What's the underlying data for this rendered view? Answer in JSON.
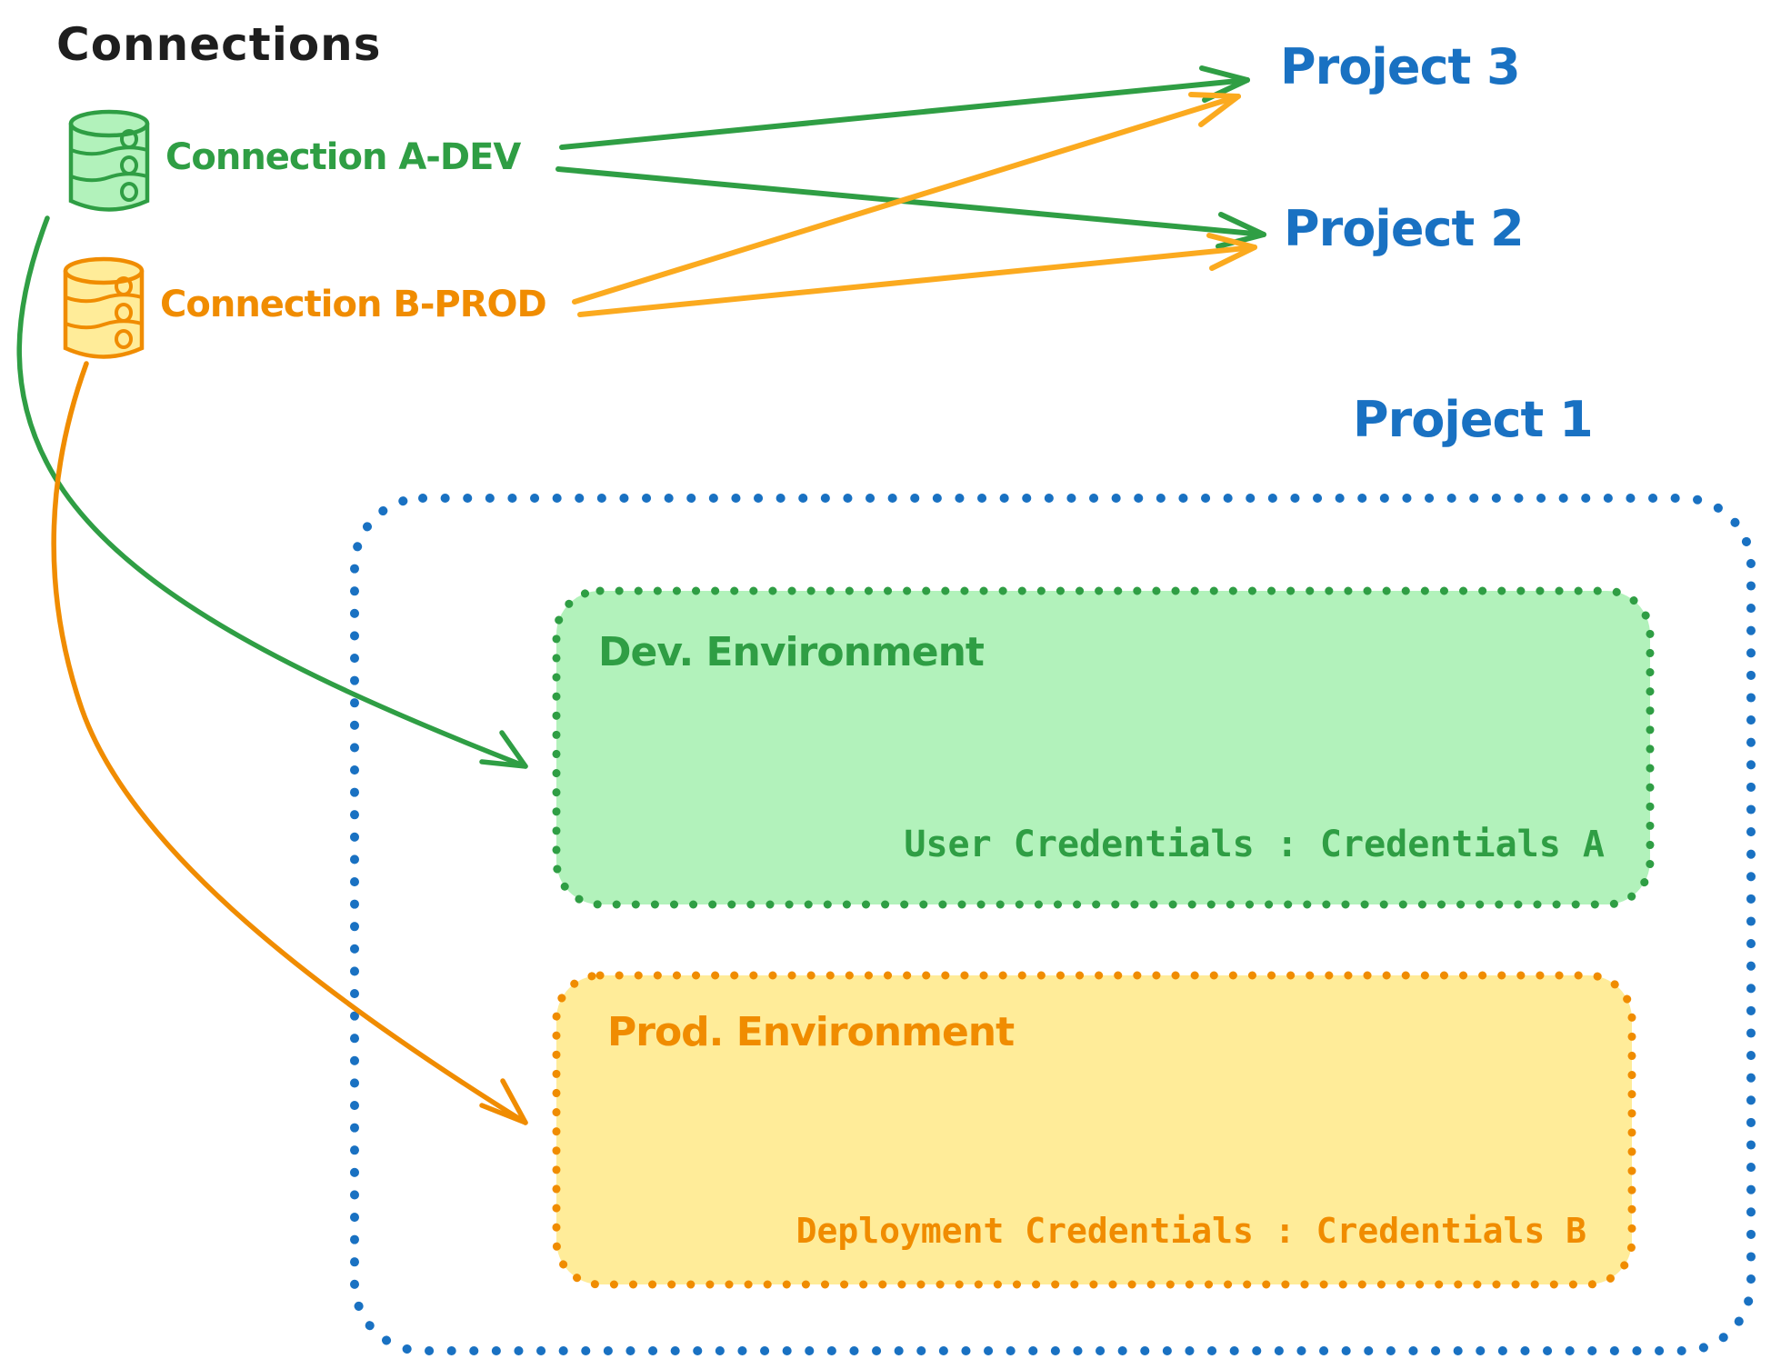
{
  "diagram_title": "Connections",
  "connections": [
    {
      "label": "Connection A-DEV",
      "color": "#2f9e44"
    },
    {
      "label": "Connection B-PROD",
      "color": "#f08c00"
    }
  ],
  "projects": [
    {
      "label": "Project 3"
    },
    {
      "label": "Project 2"
    },
    {
      "label": "Project 1"
    }
  ],
  "project1_environments": [
    {
      "title": "Dev. Environment",
      "credentials": "User Credentials : Credentials A"
    },
    {
      "title": "Prod. Environment",
      "credentials": "Deployment Credentials : Credentials B"
    }
  ],
  "colors": {
    "green_stroke": "#2f9e44",
    "green_fill": "#b2f2bb",
    "orange_stroke": "#f08c00",
    "orange_arrow": "#fbaa1f",
    "orange_fill": "#ffec99",
    "blue_stroke": "#1971c2",
    "text_black": "#1e1e1e"
  }
}
